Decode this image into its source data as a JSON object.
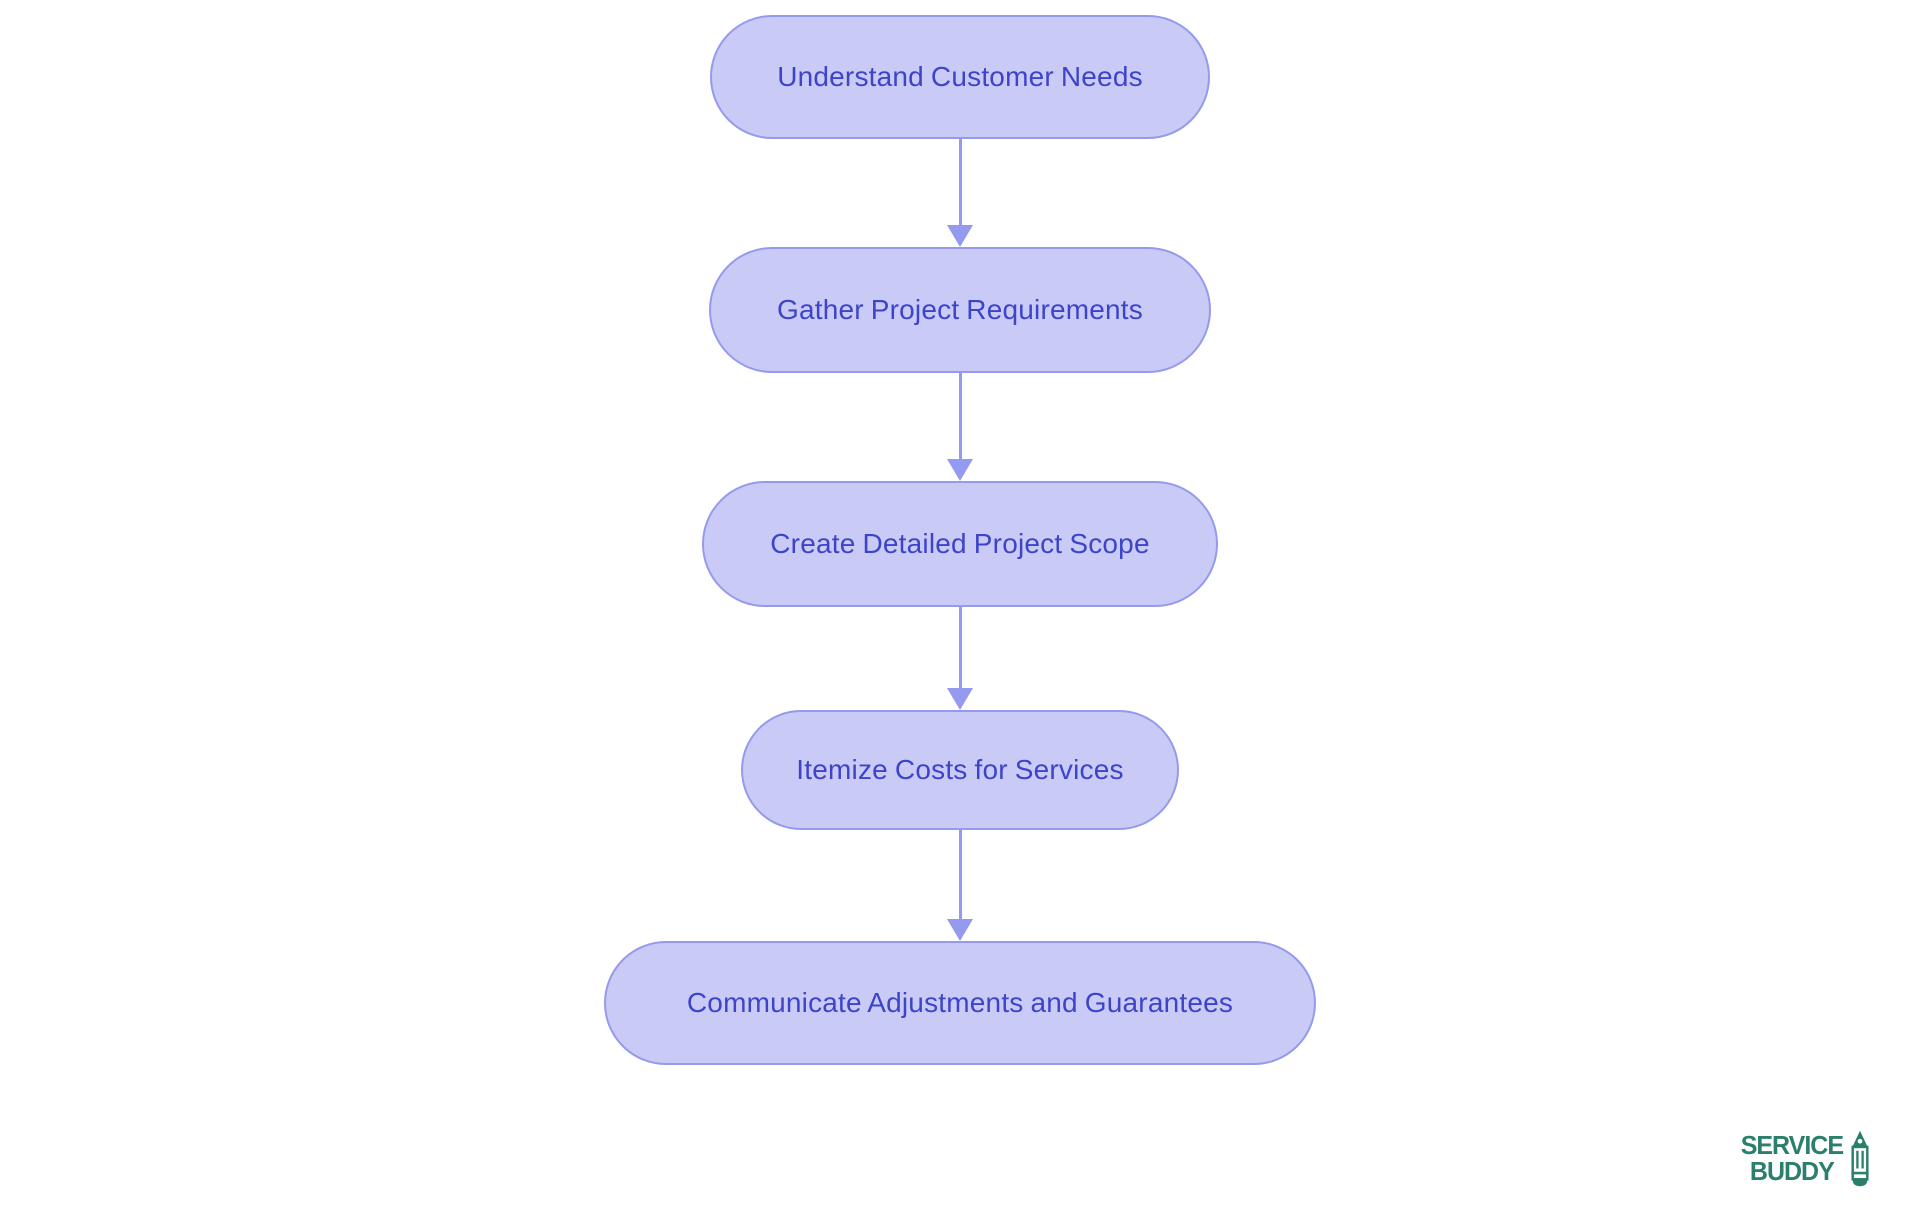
{
  "diagram": {
    "type": "flowchart",
    "direction": "top-to-bottom",
    "nodes": [
      {
        "id": "step-1",
        "label": "Understand Customer Needs"
      },
      {
        "id": "step-2",
        "label": "Gather Project Requirements"
      },
      {
        "id": "step-3",
        "label": "Create Detailed Project Scope"
      },
      {
        "id": "step-4",
        "label": "Itemize Costs for Services"
      },
      {
        "id": "step-5",
        "label": "Communicate Adjustments and Guarantees"
      }
    ],
    "edges": [
      {
        "from": "step-1",
        "to": "step-2"
      },
      {
        "from": "step-2",
        "to": "step-3"
      },
      {
        "from": "step-3",
        "to": "step-4"
      },
      {
        "from": "step-4",
        "to": "step-5"
      }
    ],
    "colors": {
      "node_fill": "#c9cbf6",
      "node_border": "#959aec",
      "node_text": "#3d44ca",
      "arrow": "#939af0",
      "background": "#ffffff"
    }
  },
  "branding": {
    "logo_line1": "SERVICE",
    "logo_line2": "BUDDY",
    "logo_icon": "pencil-icon",
    "logo_color": "#2b7f6d"
  }
}
